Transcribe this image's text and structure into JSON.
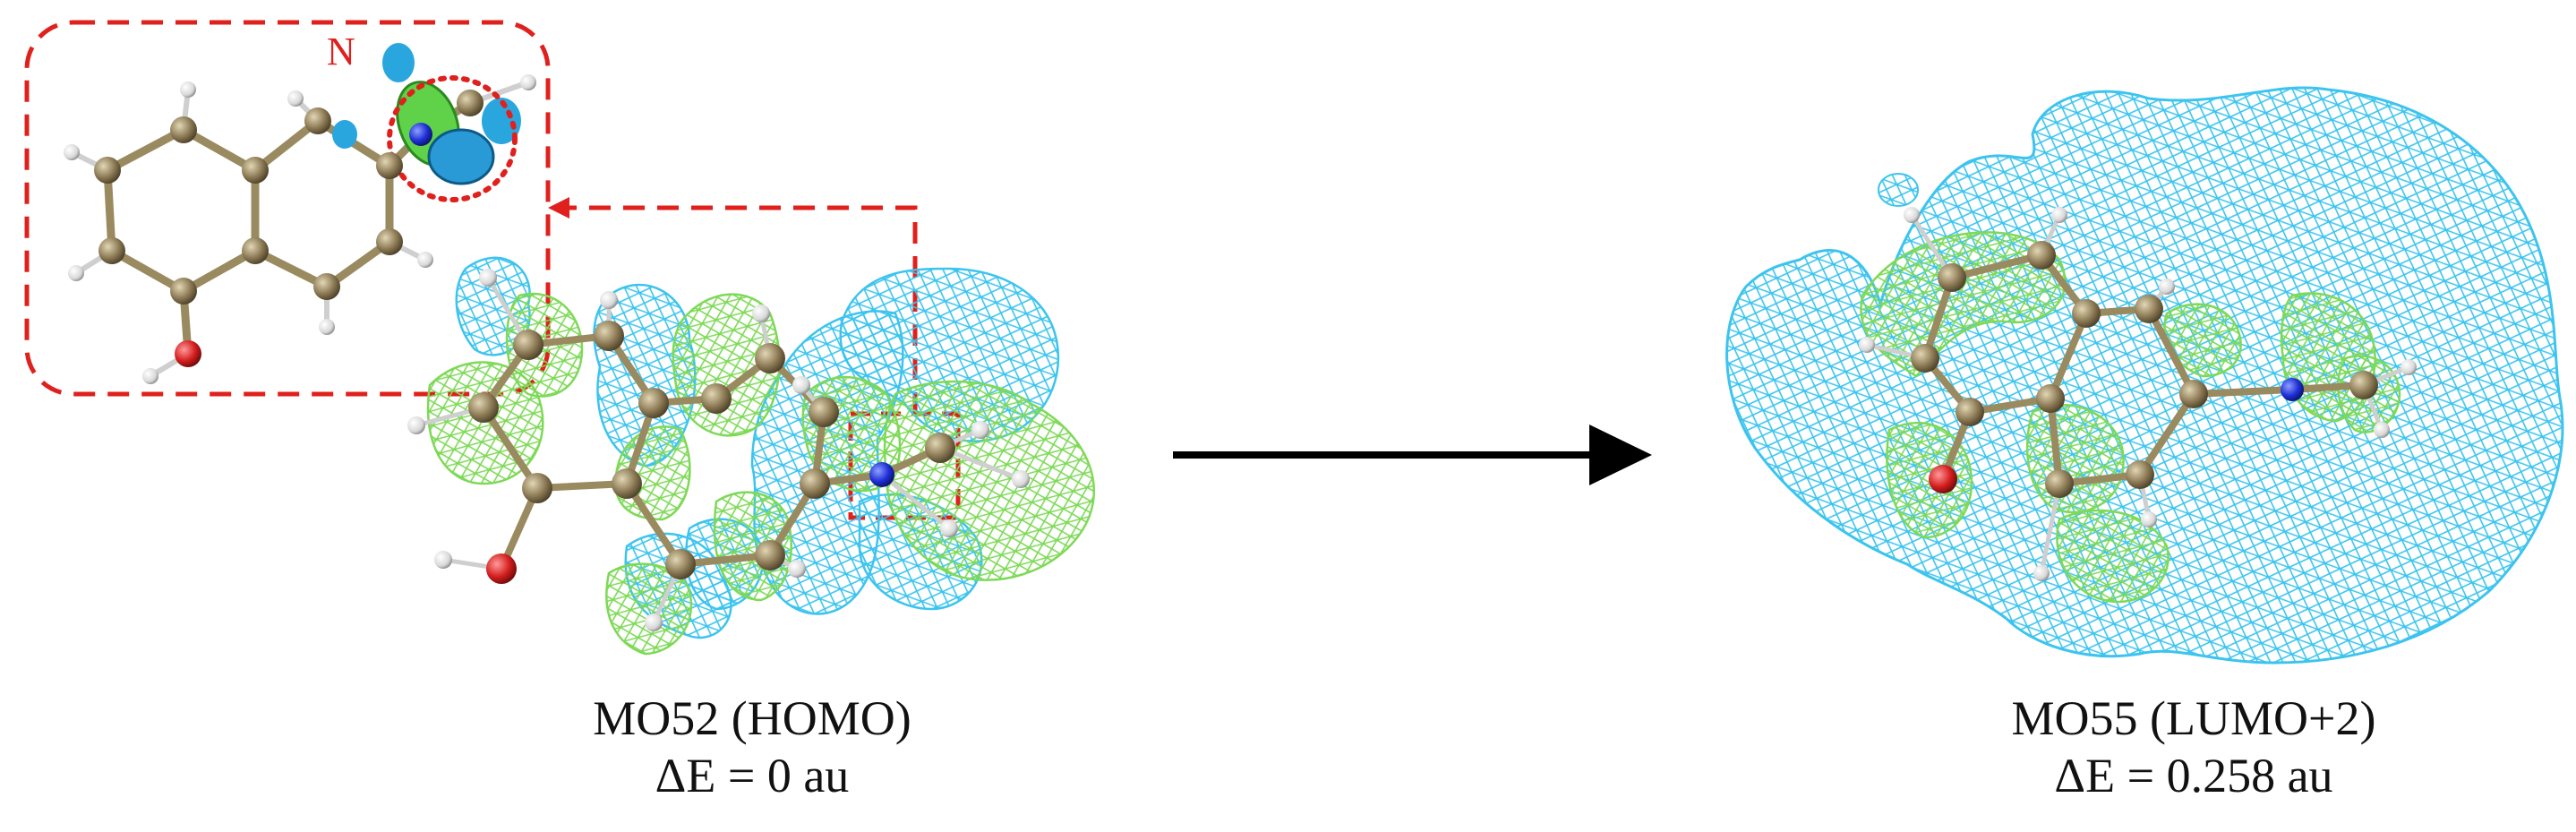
{
  "inset": {
    "atom_label": "N"
  },
  "left_orbital": {
    "name": "MO52 (HOMO)",
    "energy": "ΔE = 0 au"
  },
  "right_orbital": {
    "name": "MO55 (LUMO+2)",
    "energy": "ΔE = 0.258 au"
  },
  "colors": {
    "positive_lobe": "#7ed957",
    "negative_lobe": "#3cc4ee",
    "highlight": "#e0201c",
    "carbon": "#8c7a55",
    "oxygen": "#d41e1e",
    "nitrogen": "#1f2fd6",
    "hydrogen": "#e8e8e8",
    "arrow": "#000000"
  }
}
